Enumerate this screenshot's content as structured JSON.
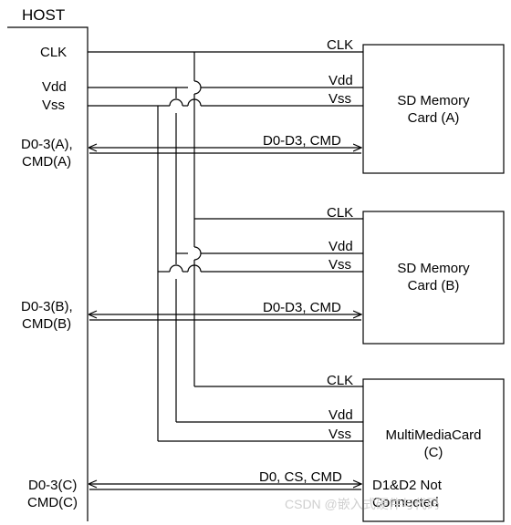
{
  "host": {
    "title": "HOST",
    "labels": {
      "clk": "CLK",
      "vdd": "Vdd",
      "vss": "Vss",
      "d_a_line1": "D0-3(A),",
      "d_a_line2": "CMD(A)",
      "d_b_line1": "D0-3(B),",
      "d_b_line2": "CMD(B)",
      "d_c_line1": "D0-3(C)",
      "d_c_line2": "CMD(C)"
    }
  },
  "cards": [
    {
      "name_line1": "SD Memory",
      "name_line2": "Card (A)",
      "clk": "CLK",
      "vdd": "Vdd",
      "vss": "Vss",
      "bus": "D0-D3, CMD"
    },
    {
      "name_line1": "SD Memory",
      "name_line2": "Card (B)",
      "clk": "CLK",
      "vdd": "Vdd",
      "vss": "Vss",
      "bus": "D0-D3, CMD"
    },
    {
      "name_line1": "MultiMediaCard",
      "name_line2": "(C)",
      "clk": "CLK",
      "vdd": "Vdd",
      "vss": "Vss",
      "bus": "D0, CS, CMD",
      "note_line1": "D1&D2 Not",
      "note_line2": "Connected"
    }
  ],
  "watermark": "CSDN @嵌入式硬件与代码"
}
